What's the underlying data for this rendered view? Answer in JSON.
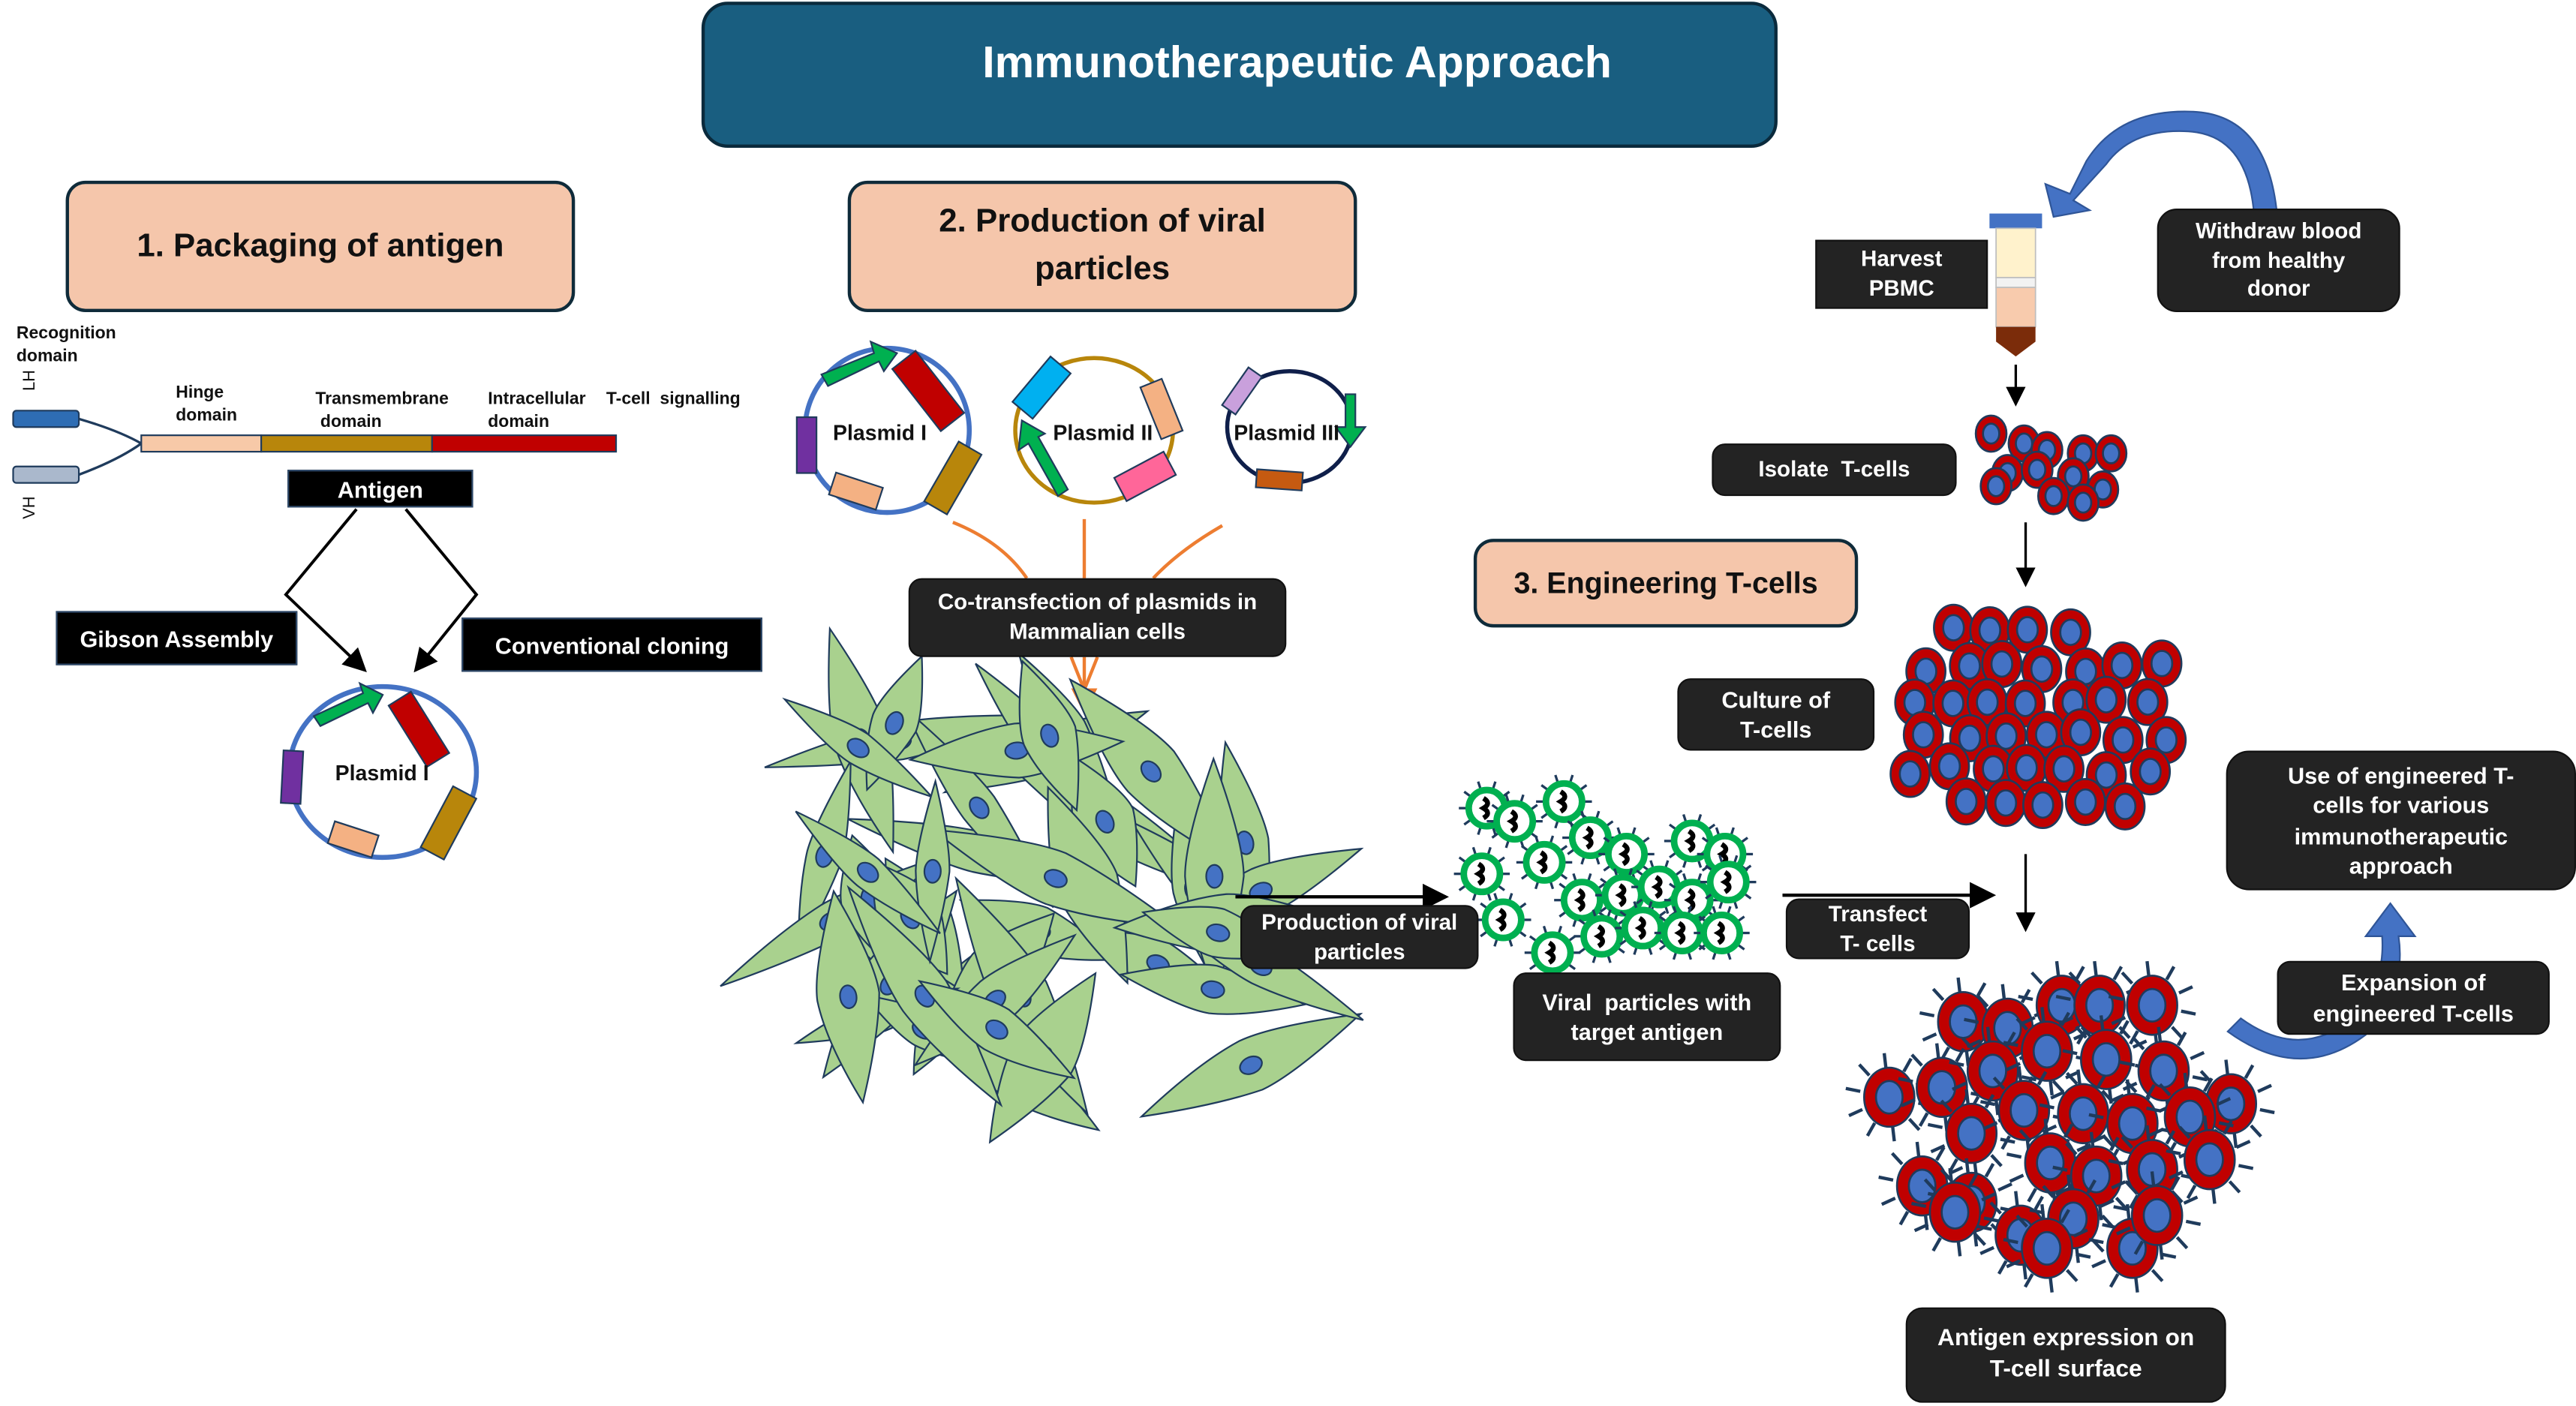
{
  "title": "Immunotherapeutic Approach",
  "steps": {
    "step1": "1. Packaging of antigen",
    "step2_line1": "2. Production of viral",
    "step2_line2": "particles",
    "step3": "3. Engineering T-cells"
  },
  "antigen_construct": {
    "recognition_domain_line1": "Recognition",
    "recognition_domain_line2": "domain",
    "lh_label": "LH",
    "vh_label": "VH",
    "hinge_line1": "Hinge",
    "hinge_line2": "domain",
    "transmembrane_line1": "Transmembrane",
    "transmembrane_line2": "domain",
    "intracellular_line1": "Intracellular",
    "intracellular_line2": "domain",
    "signalling": "T-cell  signalling",
    "antigen_label": "Antigen",
    "colors": {
      "lh": "#2e6db4",
      "vh": "#aab8cc",
      "hinge": "#f7c9a8",
      "transmembrane": "#b8860b",
      "intracellular": "#c00000"
    }
  },
  "cloning": {
    "gibson": "Gibson Assembly",
    "conventional": "Conventional cloning",
    "result_plasmid": "Plasmid I"
  },
  "plasmids": [
    {
      "name": "Plasmid I"
    },
    {
      "name": "Plasmid II"
    },
    {
      "name": "Plasmid III"
    }
  ],
  "process_labels": {
    "cotransfection_line1": "Co-transfection of plasmids in",
    "cotransfection_line2": "Mammalian cells",
    "production_line1": "Production of viral",
    "production_line2": "particles",
    "viral_particles_line1": "Viral  particles with",
    "viral_particles_line2": "target antigen",
    "transfect_line1": "Transfect",
    "transfect_line2": "T- cells",
    "harvest_line1": "Harvest",
    "harvest_line2": "PBMC",
    "withdraw_line1": "Withdraw blood",
    "withdraw_line2": "from healthy",
    "withdraw_line3": "donor",
    "isolate": "Isolate  T-cells",
    "culture_line1": "Culture of",
    "culture_line2": "T-cells",
    "antigen_expression_line1": "Antigen expression on",
    "antigen_expression_line2": "T-cell surface",
    "expansion_line1": "Expansion of",
    "expansion_line2": "engineered T-cells",
    "use_line1": "Use of engineered T-",
    "use_line2": "cells for various",
    "use_line3": "immunotherapeutic",
    "use_line4": "approach"
  },
  "colors": {
    "title_bg": "#195e80",
    "step_bg": "#f5c6ab",
    "dark_box_bg": "#232323",
    "arrow_blue": "#4472c4",
    "tcell_red": "#c00000",
    "tcell_nucleus": "#4472c4",
    "cell_green": "#a9d18e",
    "virus_green": "#00b050",
    "orange_line": "#ed7d31"
  }
}
